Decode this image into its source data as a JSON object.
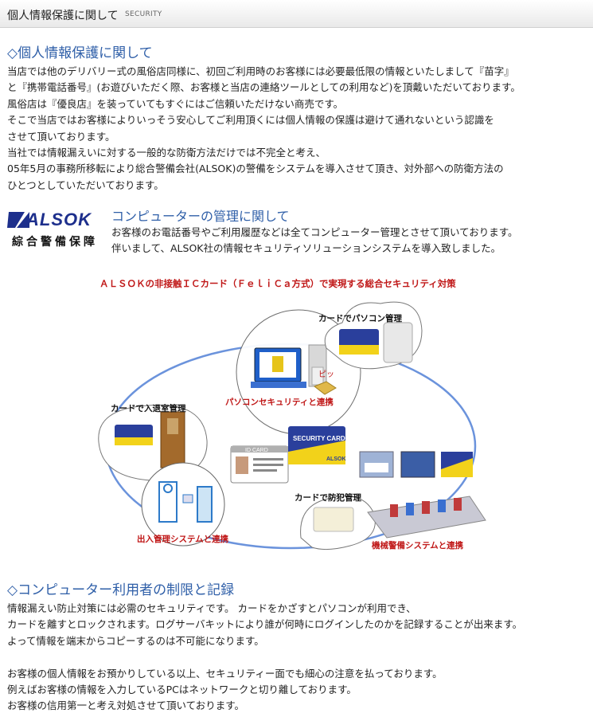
{
  "header": {
    "title": "個人情報保護に関して",
    "subtitle": "SECURITY"
  },
  "section1": {
    "heading": "◇個人情報保護に関して",
    "lines": [
      "当店では他のデリバリー式の風俗店同様に、初回ご利用時のお客様には必要最低限の情報といたしまして『苗字』",
      "と『携帯電話番号』(お遊びいただく際、お客様と当店の連絡ツールとしての利用など)を頂戴いただいております。",
      "風俗店は『優良店』を装っていてもすぐにはご信頼いただけない商売です。",
      "そこで当店ではお客様によりいっそう安心してご利用頂くには個人情報の保護は避けて通れないという認識を",
      "させて頂いております。",
      "当社では情報漏えいに対する一般的な防衛方法だけでは不完全と考え、",
      "05年5月の事務所移転により総合警備会社(ALSOK)の警備をシステムを導入させて頂き、対外部への防衛方法の",
      "ひとつとしていただいております。"
    ]
  },
  "logo": {
    "brand": "ALSOK",
    "tagline": "綜合警備保障",
    "brand_color": "#1d2f8c"
  },
  "section2": {
    "heading": "コンピューターの管理に関して",
    "lines": [
      "お客様のお電話番号やご利用履歴などは全てコンピューター管理とさせて頂いております。",
      "伴いまして、ALSOK社の情報セキュリティソリューションシステムを導入致しました。"
    ]
  },
  "diagram": {
    "title": "ＡＬＳＯＫの非接触ＩＣカード（ＦｅｌｉＣａ方式）で実現する総合セキュリティ対策",
    "labels": {
      "pc_management": "カードでパソコン管理",
      "pc_security": "パソコンセキュリティと連携",
      "room_management": "カードで入退室管理",
      "crime_prevention": "カードで防犯管理",
      "entry_system": "出入管理システムと連携",
      "machine_security": "機械警備システムと連携"
    },
    "card_text": {
      "security_card": "SECURITY CARD",
      "id_card": "ID CARD",
      "brand": "ALSOK",
      "beep": "ピッ"
    },
    "accent_red": "#c01818",
    "card_yellow": "#f2d21a",
    "card_blue": "#2a3f9c"
  },
  "section3": {
    "heading": "◇コンピューター利用者の制限と記録",
    "lines": [
      "情報漏えい防止対策には必需のセキュリティです。 カードをかざすとパソコンが利用でき、",
      "カードを離すとロックされます。ログサーバキットにより誰が何時にログインしたのかを記録することが出来ます。",
      "よって情報を端末からコピーするのは不可能になります。",
      "",
      "お客様の個人情報をお預かりしている以上、セキュリティー面でも細心の注意を払っております。",
      "例えばお客様の情報を入力しているPCはネットワークと切り離しております。",
      "お客様の信用第一と考え対処させて頂いております。"
    ]
  },
  "colors": {
    "heading_blue": "#2f5fa8",
    "text": "#222222"
  }
}
